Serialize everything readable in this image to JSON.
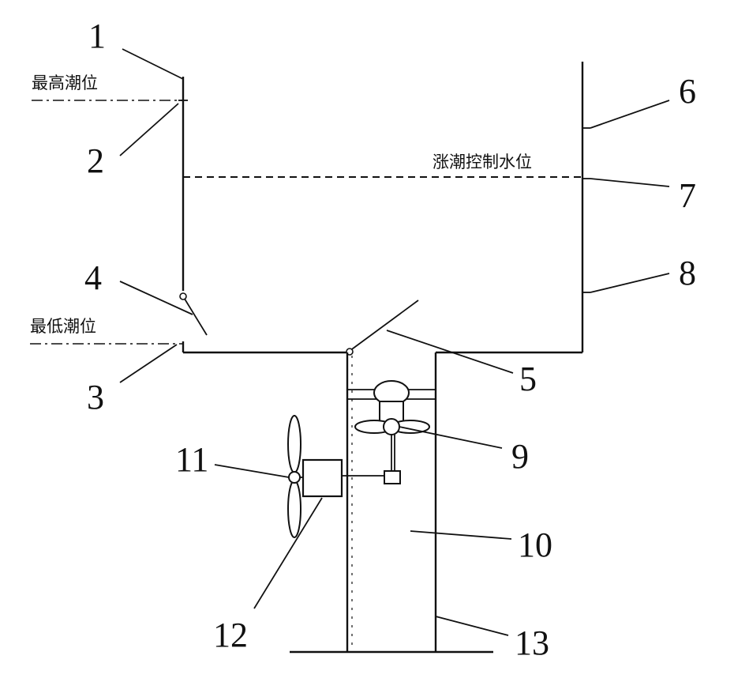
{
  "labels": {
    "highest_tide": "最高潮位",
    "lowest_tide": "最低潮位",
    "flood_control_level": "涨潮控制水位"
  },
  "numbers": {
    "n1": "1",
    "n2": "2",
    "n3": "3",
    "n4": "4",
    "n5": "5",
    "n6": "6",
    "n7": "7",
    "n8": "8",
    "n9": "9",
    "n10": "10",
    "n11": "11",
    "n12": "12",
    "n13": "13"
  }
}
